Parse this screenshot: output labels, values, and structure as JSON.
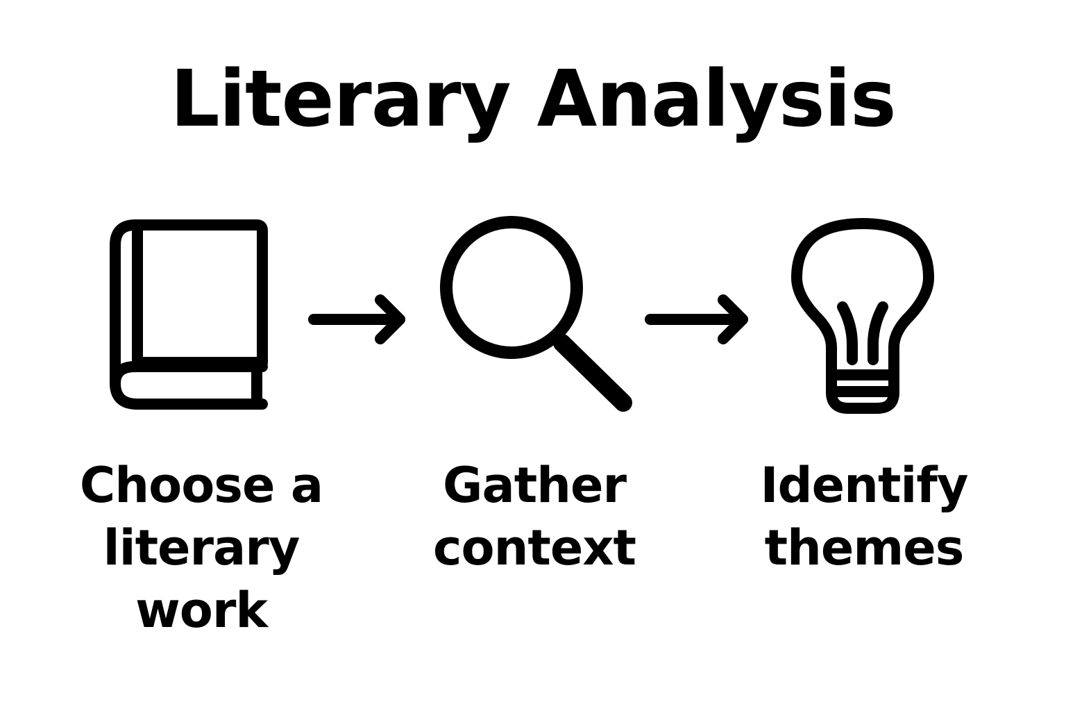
{
  "title": "Literary Analysis",
  "colors": {
    "stroke": "#000000",
    "background": "#ffffff"
  },
  "steps": [
    {
      "icon": "book-icon",
      "label_lines": [
        "Choose a",
        "literary",
        "work"
      ]
    },
    {
      "icon": "magnifying-glass-icon",
      "label_lines": [
        "Gather",
        "context"
      ]
    },
    {
      "icon": "lightbulb-icon",
      "label_lines": [
        "Identify",
        "themes"
      ]
    }
  ],
  "connectors": [
    "arrow-right-icon",
    "arrow-right-icon"
  ]
}
